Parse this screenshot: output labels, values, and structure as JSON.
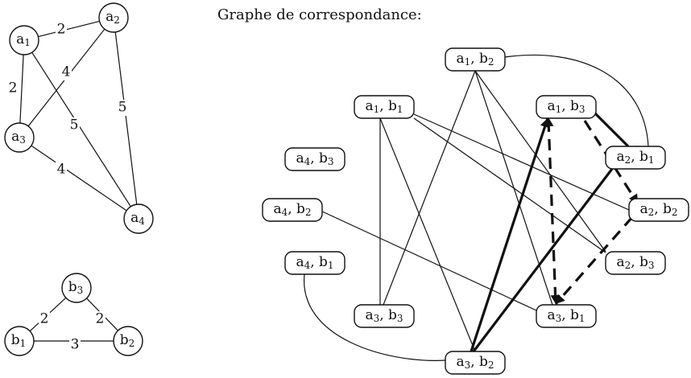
{
  "title": "Graphe de correspondance:",
  "graph_a": {
    "nodes": [
      {
        "id": "a1",
        "label": "a1"
      },
      {
        "id": "a2",
        "label": "a2"
      },
      {
        "id": "a3",
        "label": "a3"
      },
      {
        "id": "a4",
        "label": "a4"
      }
    ],
    "edges": [
      {
        "from": "a1",
        "to": "a2",
        "weight": "2"
      },
      {
        "from": "a1",
        "to": "a3",
        "weight": "2"
      },
      {
        "from": "a2",
        "to": "a3",
        "weight": "4"
      },
      {
        "from": "a1",
        "to": "a4",
        "weight": "5"
      },
      {
        "from": "a2",
        "to": "a4",
        "weight": "5"
      },
      {
        "from": "a3",
        "to": "a4",
        "weight": "4"
      }
    ]
  },
  "graph_b": {
    "nodes": [
      {
        "id": "b1",
        "label": "b1"
      },
      {
        "id": "b2",
        "label": "b2"
      },
      {
        "id": "b3",
        "label": "b3"
      }
    ],
    "edges": [
      {
        "from": "b3",
        "to": "b1",
        "weight": "2"
      },
      {
        "from": "b3",
        "to": "b2",
        "weight": "2"
      },
      {
        "from": "b1",
        "to": "b2",
        "weight": "3"
      }
    ]
  },
  "correspondence": {
    "nodes": [
      {
        "id": "a1b2",
        "a": "a1",
        "b": "b2"
      },
      {
        "id": "a1b1",
        "a": "a1",
        "b": "b1"
      },
      {
        "id": "a1b3",
        "a": "a1",
        "b": "b3"
      },
      {
        "id": "a2b1",
        "a": "a2",
        "b": "b1"
      },
      {
        "id": "a4b3",
        "a": "a4",
        "b": "b3"
      },
      {
        "id": "a4b2",
        "a": "a4",
        "b": "b2"
      },
      {
        "id": "a2b2",
        "a": "a2",
        "b": "b2"
      },
      {
        "id": "a4b1",
        "a": "a4",
        "b": "b1"
      },
      {
        "id": "a2b3",
        "a": "a2",
        "b": "b3"
      },
      {
        "id": "a3b3",
        "a": "a3",
        "b": "b3"
      },
      {
        "id": "a3b1",
        "a": "a3",
        "b": "b1"
      },
      {
        "id": "a3b2",
        "a": "a3",
        "b": "b2"
      }
    ],
    "edges": [
      {
        "from": "a1b2",
        "to": "a3b3",
        "style": "thin"
      },
      {
        "from": "a1b2",
        "to": "a3b1",
        "style": "thin"
      },
      {
        "from": "a1b2",
        "to": "a2b3",
        "style": "thin"
      },
      {
        "from": "a1b2",
        "to": "a2b1",
        "style": "thin-curve"
      },
      {
        "from": "a1b1",
        "to": "a3b3",
        "style": "thin"
      },
      {
        "from": "a1b1",
        "to": "a3b2",
        "style": "thin"
      },
      {
        "from": "a1b1",
        "to": "a2b2",
        "style": "thin"
      },
      {
        "from": "a1b1",
        "to": "a2b3",
        "style": "thin"
      },
      {
        "from": "a4b2",
        "to": "a3b1",
        "style": "thin"
      },
      {
        "from": "a4b1",
        "to": "a3b2",
        "style": "thin-curve"
      },
      {
        "from": "a1b3",
        "to": "a3b2",
        "style": "bold"
      },
      {
        "from": "a2b1",
        "to": "a3b2",
        "style": "bold"
      },
      {
        "from": "a1b3",
        "to": "a2b1",
        "style": "bold"
      },
      {
        "from": "a1b3",
        "to": "a3b1",
        "style": "dashed"
      },
      {
        "from": "a1b3",
        "to": "a2b2",
        "style": "dashed"
      },
      {
        "from": "a2b2",
        "to": "a3b1",
        "style": "dashed"
      }
    ]
  }
}
